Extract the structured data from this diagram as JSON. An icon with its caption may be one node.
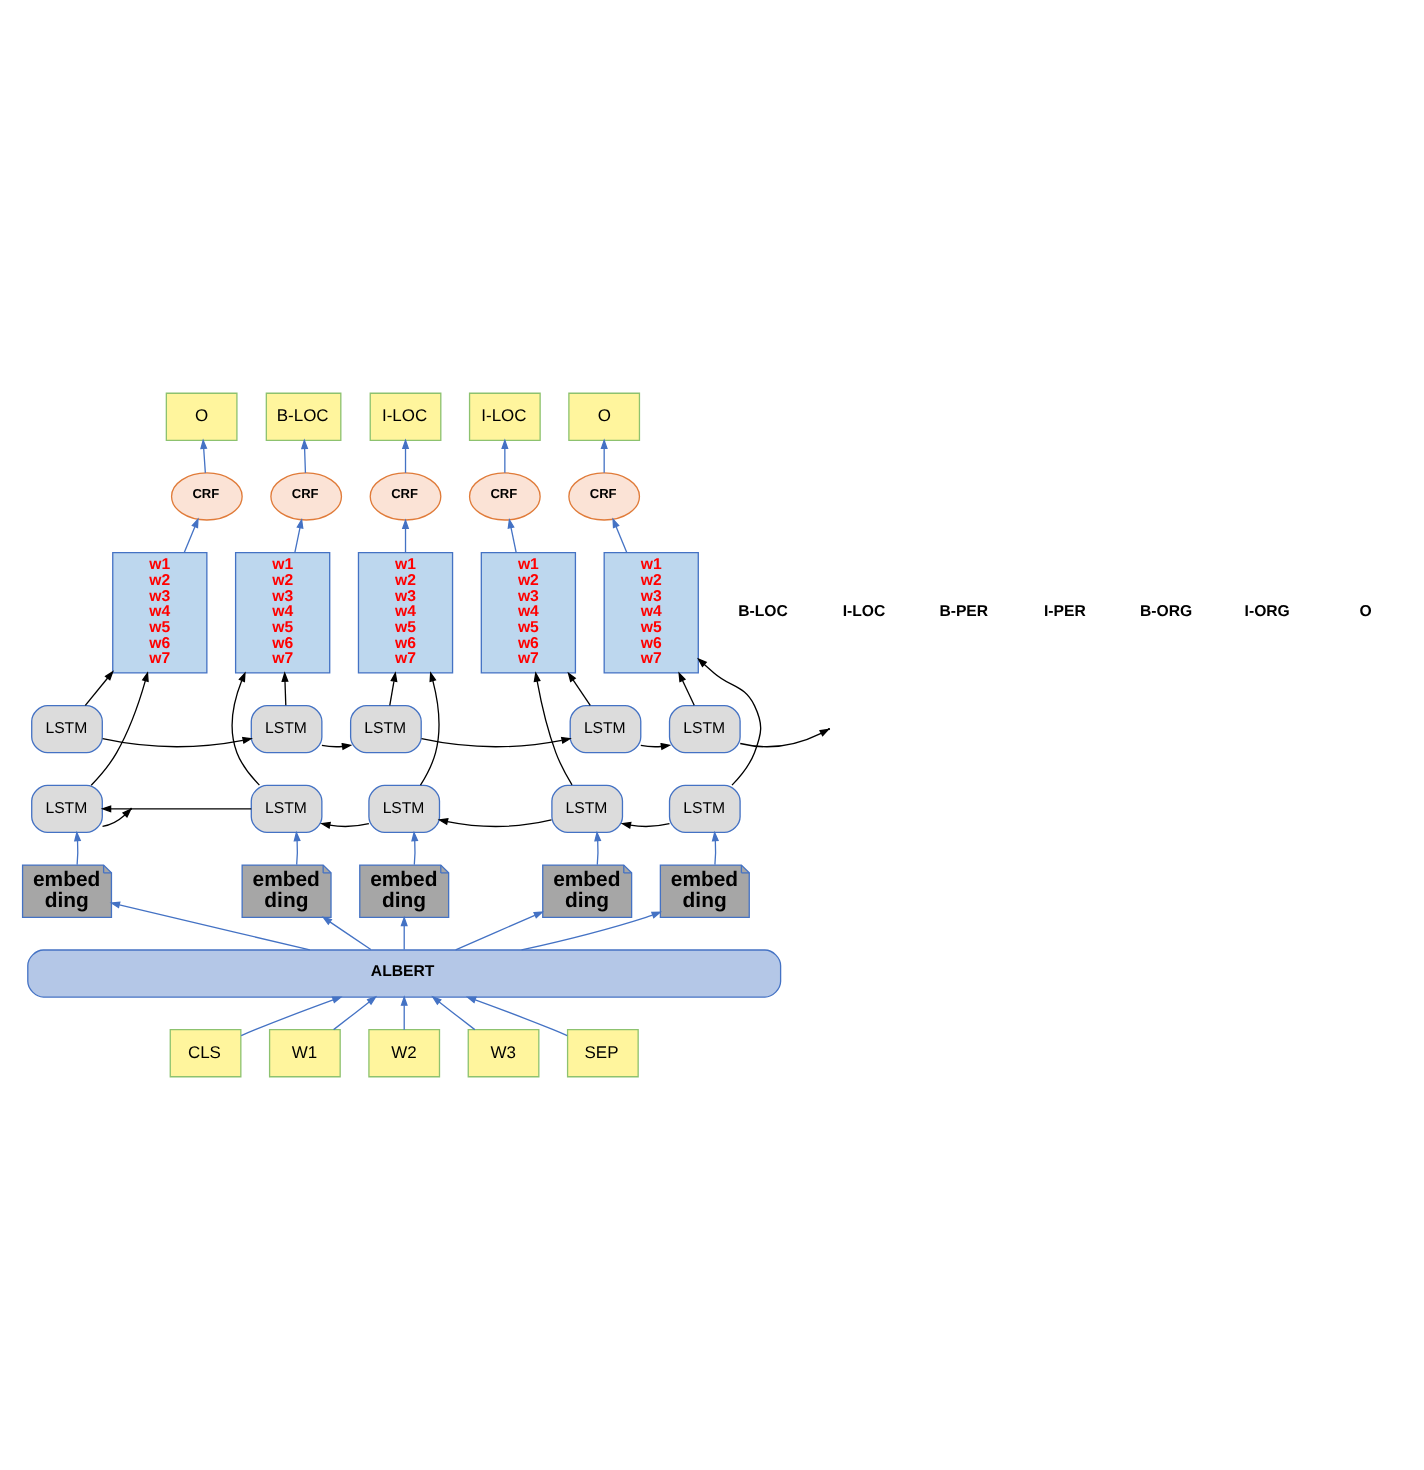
{
  "diagram": {
    "nodes": [
      {
        "text": [
          "O"
        ]
      },
      {
        "text": [
          "B-LOC"
        ]
      },
      {
        "text": [
          "I-LOC"
        ]
      },
      {
        "text": [
          "I-LOC"
        ]
      },
      {
        "text": [
          "O"
        ]
      },
      {
        "text": [
          "CRF"
        ]
      },
      {
        "text": [
          "CRF"
        ]
      },
      {
        "text": [
          "CRF"
        ]
      },
      {
        "text": [
          "CRF"
        ]
      },
      {
        "text": [
          "CRF"
        ]
      },
      {
        "text": [
          "w1 w2 w3 w4 w5 w6 w7"
        ]
      },
      {
        "text": [
          "w1 w2 w3 w4 w5 w6 w7"
        ]
      },
      {
        "text": [
          "w1 w2 w3 w4 w5 w6 w7"
        ]
      },
      {
        "text": [
          "w1 w2 w3 w4 w5 w6 w7"
        ]
      },
      {
        "text": [
          "w1 w2 w3 w4 w5 w6 w7"
        ]
      },
      {
        "text": [
          "LSTM"
        ]
      },
      {
        "text": [
          "LSTM"
        ]
      },
      {
        "text": [
          "LSTM"
        ]
      },
      {
        "text": [
          "LSTM"
        ]
      },
      {
        "text": [
          "LSTM"
        ]
      },
      {
        "text": [
          "LSTM"
        ]
      },
      {
        "text": [
          "LSTM"
        ]
      },
      {
        "text": [
          "LSTM"
        ]
      },
      {
        "text": [
          "LSTM"
        ]
      },
      {
        "text": [
          "LSTM"
        ]
      },
      {
        "text": [
          "embed ding"
        ]
      },
      {
        "text": [
          "embed ding"
        ]
      },
      {
        "text": [
          "embed ding"
        ]
      },
      {
        "text": [
          "embed ding"
        ]
      },
      {
        "text": [
          "embed ding"
        ]
      },
      {
        "text": [
          "ALBERT"
        ]
      },
      {
        "text": [
          "CLS"
        ]
      },
      {
        "text": [
          "W1"
        ]
      },
      {
        "text": [
          "W2"
        ]
      },
      {
        "text": [
          "W3"
        ]
      },
      {
        "text": [
          "SEP"
        ]
      }
    ],
    "edges": [
      {
        "from": 31,
        "to": 30,
        "arrow": "to"
      },
      {
        "from": 32,
        "to": 30,
        "arrow": "to"
      },
      {
        "from": 33,
        "to": 30,
        "arrow": "to"
      },
      {
        "from": 34,
        "to": 30,
        "arrow": "to"
      },
      {
        "from": 35,
        "to": 30,
        "arrow": "to"
      },
      {
        "from": 30,
        "to": 25,
        "arrow": "to"
      },
      {
        "from": 30,
        "to": 26,
        "arrow": "to"
      },
      {
        "from": 30,
        "to": 27,
        "arrow": "to"
      },
      {
        "from": 30,
        "to": 28,
        "arrow": "to"
      },
      {
        "from": 30,
        "to": 29,
        "arrow": "to"
      },
      {
        "from": 25,
        "to": 20,
        "arrow": "to"
      },
      {
        "from": 26,
        "to": 21,
        "arrow": "to"
      },
      {
        "from": 27,
        "to": 22,
        "arrow": "to"
      },
      {
        "from": 28,
        "to": 23,
        "arrow": "to"
      },
      {
        "from": 29,
        "to": 24,
        "arrow": "to"
      },
      {
        "from": 24,
        "to": 23,
        "arrow": "to",
        "color": "#000000"
      },
      {
        "from": 23,
        "to": 22,
        "arrow": "to",
        "color": "#000000"
      },
      {
        "from": 22,
        "to": 21,
        "arrow": "to",
        "color": "#000000"
      },
      {
        "from": 21,
        "to": 20,
        "arrow": "to",
        "color": "#000000"
      },
      {
        "from": 20,
        "to": null,
        "arrow": "to",
        "color": "#000000"
      },
      {
        "from": 15,
        "to": 16,
        "arrow": "to",
        "color": "#000000"
      },
      {
        "from": 16,
        "to": 17,
        "arrow": "to",
        "color": "#000000"
      },
      {
        "from": 17,
        "to": 18,
        "arrow": "to",
        "color": "#000000"
      },
      {
        "from": 18,
        "to": 19,
        "arrow": "to",
        "color": "#000000"
      },
      {
        "from": 19,
        "to": null,
        "arrow": "to",
        "color": "#000000"
      },
      {
        "from": 20,
        "to": 10,
        "arrow": "to",
        "color": "#000000"
      },
      {
        "from": 15,
        "to": 10,
        "arrow": "to",
        "color": "#000000"
      },
      {
        "from": 21,
        "to": 11,
        "arrow": "to",
        "color": "#000000"
      },
      {
        "from": 16,
        "to": 11,
        "arrow": "to",
        "color": "#000000"
      },
      {
        "from": 22,
        "to": 12,
        "arrow": "to",
        "color": "#000000"
      },
      {
        "from": 17,
        "to": 12,
        "arrow": "to",
        "color": "#000000"
      },
      {
        "from": 23,
        "to": 13,
        "arrow": "to",
        "color": "#000000"
      },
      {
        "from": 18,
        "to": 13,
        "arrow": "to",
        "color": "#000000"
      },
      {
        "from": 24,
        "to": 14,
        "arrow": "to",
        "color": "#000000"
      },
      {
        "from": 19,
        "to": 14,
        "arrow": "to",
        "color": "#000000"
      },
      {
        "from": 10,
        "to": 5,
        "arrow": "to"
      },
      {
        "from": 11,
        "to": 6,
        "arrow": "to"
      },
      {
        "from": 12,
        "to": 7,
        "arrow": "to"
      },
      {
        "from": 13,
        "to": 8,
        "arrow": "to"
      },
      {
        "from": 14,
        "to": 9,
        "arrow": "to"
      },
      {
        "from": 5,
        "to": 0,
        "arrow": "to"
      },
      {
        "from": 6,
        "to": 1,
        "arrow": "to"
      },
      {
        "from": 7,
        "to": 2,
        "arrow": "to"
      },
      {
        "from": 8,
        "to": 3,
        "arrow": "to"
      },
      {
        "from": 9,
        "to": 4,
        "arrow": "to"
      }
    ],
    "labels": [
      "B-LOC",
      "I-LOC",
      "B-PER",
      "I-PER",
      "B-ORG",
      "I-ORG",
      "O"
    ]
  }
}
